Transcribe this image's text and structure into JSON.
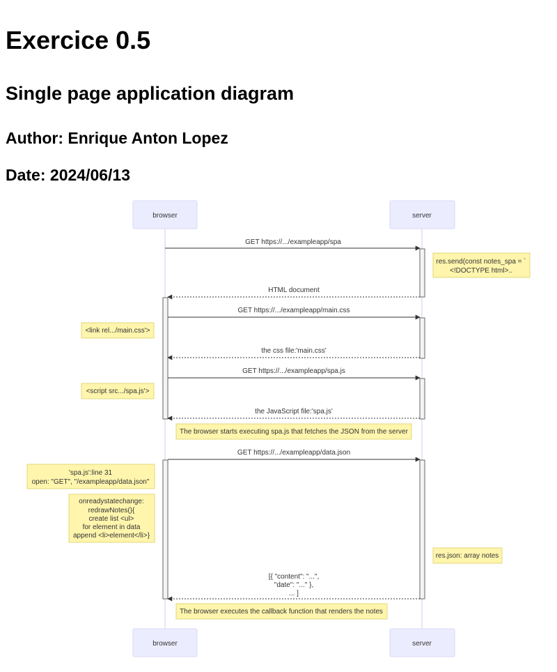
{
  "header": {
    "title": "Exercice 0.5",
    "subtitle": "Single page application diagram",
    "author": "Author: Enrique Anton Lopez",
    "date": "Date: 2024/06/13"
  },
  "participants": {
    "browser_top": "browser",
    "server_top": "server",
    "browser_bottom": "browser",
    "server_bottom": "server"
  },
  "messages": [
    "GET https://.../exampleapp/spa",
    "HTML document",
    "GET https://.../exampleapp/main.css",
    "the css file:'main.css'",
    "GET https://.../exampleapp/spa.js",
    "the JavaScript file:'spa.js'",
    "GET https://.../exampleapp/data.json",
    [
      "[{ \"content\": \"...\",",
      "\"date\": \"...\" },",
      "... ]"
    ]
  ],
  "notes": {
    "server_send": [
      "res.send(const notes_spa = `",
      "<!DOCTYPE html>.."
    ],
    "link_css": "<link rel.../main.css'>",
    "script_js": "<script src.../spa.js'>",
    "executing": "The browser starts executing spa.js that fetches the JSON from the server",
    "spa_line": [
      "'spa.js':line 31",
      "open: \"GET\", \"/exampleapp/data.json\""
    ],
    "onready": [
      "onreadystatechange:",
      "redrawNotes(){",
      "create list <ul>",
      "for element in data",
      "append <li>element</li>}"
    ],
    "res_json": "res.json: array notes",
    "callback": "The browser executes the callback function that renders the notes"
  },
  "colors": {
    "actor_fill": "#ececff",
    "actor_border": "#d8d8f6",
    "note_fill": "#fff5ad",
    "note_border": "#e0d87a",
    "line": "#333333"
  }
}
